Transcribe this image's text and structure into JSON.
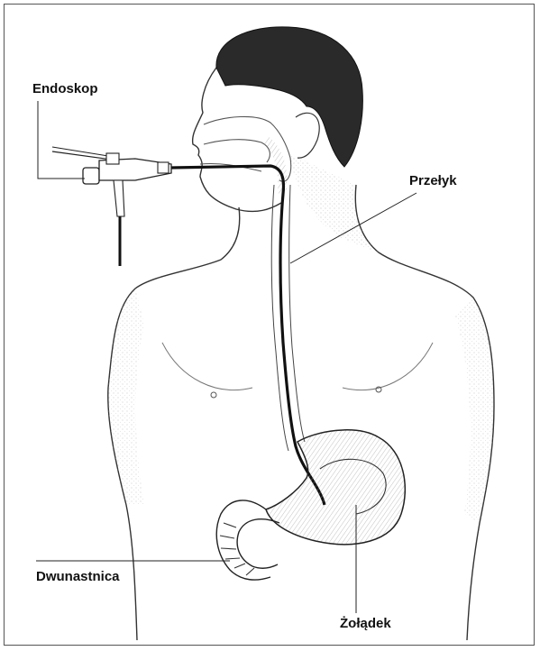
{
  "labels": {
    "endoscope": "Endoskop",
    "esophagus": "Przełyk",
    "duodenum": "Dwunastnica",
    "stomach": "Żołądek"
  }
}
